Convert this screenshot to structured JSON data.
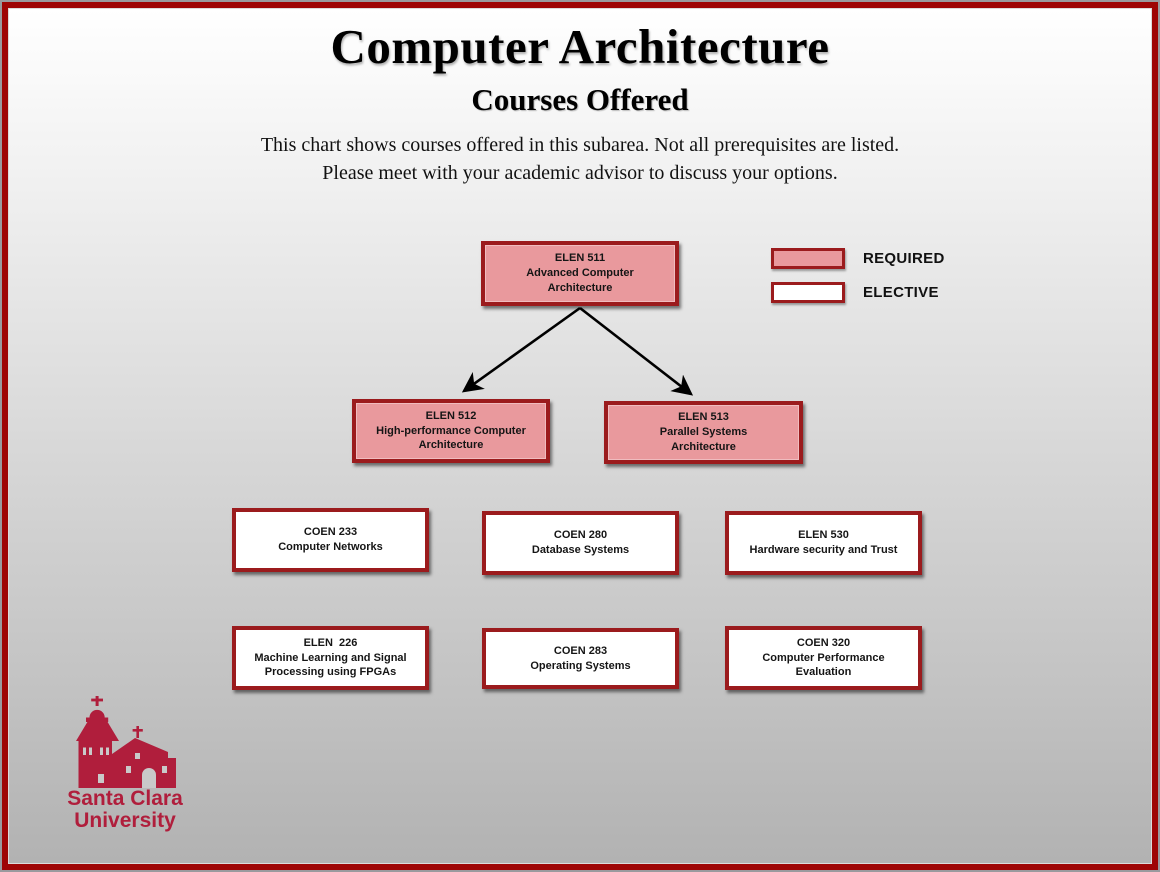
{
  "page": {
    "title": "Computer Architecture",
    "subtitle": "Courses Offered",
    "description_line1": "This chart shows courses offered in this subarea. Not all prerequisites are listed.",
    "description_line2": "Please meet with your academic advisor to discuss your options."
  },
  "legend": {
    "required_label": "REQUIRED",
    "elective_label": "ELECTIVE"
  },
  "diagram": {
    "nodes": [
      {
        "code": "ELEN 511",
        "title": "Advanced Computer\nArchitecture",
        "type": "required"
      },
      {
        "code": "ELEN 512",
        "title": "High-performance Computer\nArchitecture",
        "type": "required"
      },
      {
        "code": "ELEN 513",
        "title": "Parallel Systems\nArchitecture",
        "type": "required"
      },
      {
        "code": "COEN 233",
        "title": "Computer Networks",
        "type": "elective"
      },
      {
        "code": "COEN 280",
        "title": "Database Systems",
        "type": "elective"
      },
      {
        "code": "ELEN 530",
        "title": "Hardware security and Trust",
        "type": "elective"
      },
      {
        "code": "ELEN  226",
        "title": "Machine Learning and Signal\nProcessing using FPGAs",
        "type": "elective"
      },
      {
        "code": "COEN 283",
        "title": "Operating Systems",
        "type": "elective"
      },
      {
        "code": "COEN 320",
        "title": "Computer Performance\nEvaluation",
        "type": "elective"
      }
    ],
    "edges": [
      {
        "from": "ELEN 511",
        "to": "ELEN 512"
      },
      {
        "from": "ELEN 511",
        "to": "ELEN 513"
      }
    ]
  },
  "logo": {
    "line1": "Santa Clara",
    "line2": "University"
  },
  "colors": {
    "required_fill": "#E9999D",
    "elective_fill": "#FFFFFF",
    "box_border": "#9B1B1D",
    "frame_red": "#9E0505",
    "frame_gray": "#9A9A9E",
    "scu_red": "#B01E3C",
    "arrow": "#000000"
  }
}
